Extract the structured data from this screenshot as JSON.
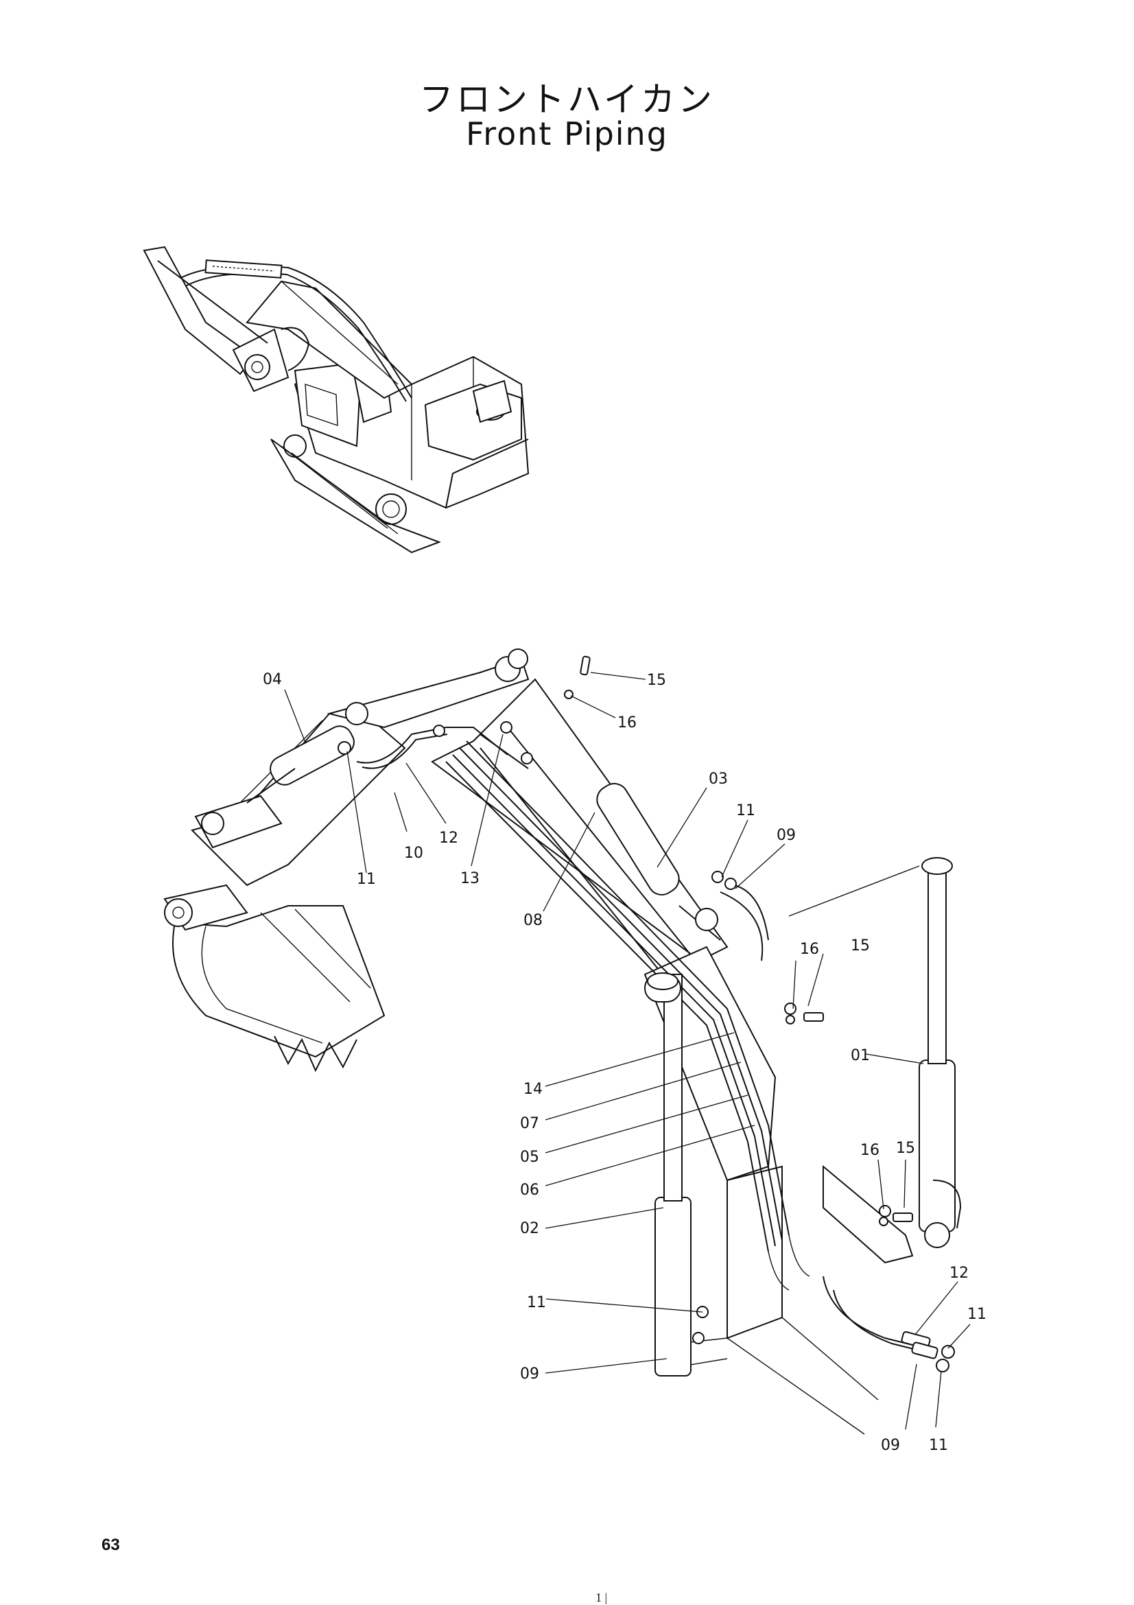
{
  "title": {
    "japanese": "フロントハイカン",
    "english": "Front Piping"
  },
  "page_number": "63",
  "footer_mark": "1 |",
  "callouts": [
    {
      "id": "c01",
      "text": "01"
    },
    {
      "id": "c02",
      "text": "02"
    },
    {
      "id": "c03",
      "text": "03"
    },
    {
      "id": "c04",
      "text": "04"
    },
    {
      "id": "c05",
      "text": "05"
    },
    {
      "id": "c06",
      "text": "06"
    },
    {
      "id": "c07",
      "text": "07"
    },
    {
      "id": "c08",
      "text": "08"
    },
    {
      "id": "c09a",
      "text": "09"
    },
    {
      "id": "c09b",
      "text": "09"
    },
    {
      "id": "c09c",
      "text": "09"
    },
    {
      "id": "c10",
      "text": "10"
    },
    {
      "id": "c11a",
      "text": "11"
    },
    {
      "id": "c11b",
      "text": "11"
    },
    {
      "id": "c11c",
      "text": "11"
    },
    {
      "id": "c11d",
      "text": "11"
    },
    {
      "id": "c11e",
      "text": "11"
    },
    {
      "id": "c12a",
      "text": "12"
    },
    {
      "id": "c12b",
      "text": "12"
    },
    {
      "id": "c13",
      "text": "13"
    },
    {
      "id": "c14",
      "text": "14"
    },
    {
      "id": "c15a",
      "text": "15"
    },
    {
      "id": "c15b",
      "text": "15"
    },
    {
      "id": "c15c",
      "text": "15"
    },
    {
      "id": "c16a",
      "text": "16"
    },
    {
      "id": "c16b",
      "text": "16"
    },
    {
      "id": "c16c",
      "text": "16"
    }
  ]
}
